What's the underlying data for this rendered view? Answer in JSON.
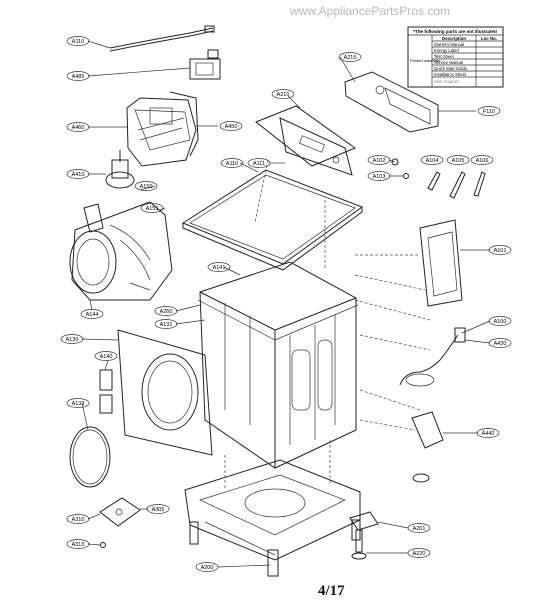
{
  "watermark": "www.AppliancePartsPros.com",
  "page_number": "4/17",
  "info_box": {
    "header": "*The following parts are not illustrated",
    "side_label": "Printed materials",
    "col_description": "Description",
    "col_loc": "Loc No.",
    "rows": [
      {
        "desc": "Owner's Manual",
        "loc": ""
      },
      {
        "desc": "Energy Label",
        "loc": ""
      },
      {
        "desc": "Test Sheet",
        "loc": ""
      },
      {
        "desc": "Service Manual",
        "loc": ""
      },
      {
        "desc": "Quick Start Guide",
        "loc": ""
      },
      {
        "desc": "Installation Sheet",
        "loc": ""
      },
      {
        "desc": "Wire Diagram",
        "loc": ""
      }
    ]
  },
  "callouts": {
    "c1": "A110",
    "c2": "A485",
    "c3": "A460",
    "c4": "A450",
    "c5": "A410",
    "c6": "A150",
    "c7": "A151",
    "c8": "A144",
    "c9": "A215",
    "c10": "A210",
    "c11": "F110",
    "c12": "A111",
    "c13": "A110",
    "c14": "A102",
    "c15": "A104",
    "c16": "A105",
    "c17": "A106",
    "c18": "A103",
    "c19": "A101",
    "c20": "A141",
    "c21": "A260",
    "c22": "A131",
    "c23": "A100",
    "c24": "A130",
    "c25": "A430",
    "c26": "A140",
    "c27": "A133",
    "c28": "A440",
    "c29": "A310",
    "c30": "A305",
    "c31": "A313",
    "c32": "A201",
    "c33": "A220",
    "c34": "A200"
  }
}
